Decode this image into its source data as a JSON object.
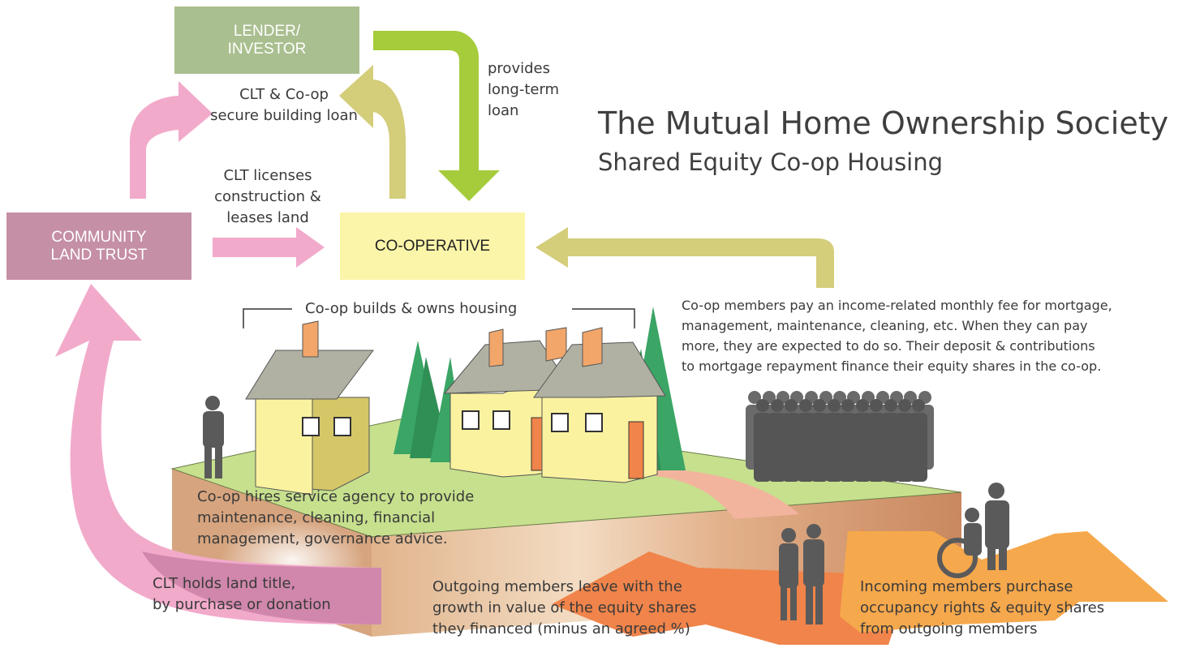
{
  "title": "The Mutual Home Ownership Society",
  "subtitle": "Shared Equity Co-op Housing",
  "boxes": {
    "lender_line1": "LENDER/",
    "lender_line2": "INVESTOR",
    "clt_line1": "COMMUNITY",
    "clt_line2": "LAND TRUST",
    "coop": "CO-OPERATIVE"
  },
  "labels": {
    "provides_1": "provides",
    "provides_2": "long-term",
    "provides_3": "loan",
    "secure_1": "CLT & Co-op",
    "secure_2": "secure building loan",
    "licenses_1": "CLT licenses",
    "licenses_2": "construction &",
    "licenses_3": "leases land",
    "builds": "Co-op builds & owns housing",
    "fee_1": "Co-op members pay an income-related monthly fee for mortgage,",
    "fee_2": "management, maintenance, cleaning, etc. When they can pay",
    "fee_3": "more, they are expected to do so. Their deposit & contributions",
    "fee_4": "to mortgage repayment finance their equity shares in the co-op.",
    "hires_1": "Co-op hires service agency to provide",
    "hires_2": "maintenance, cleaning, financial",
    "hires_3": "management, governance advice.",
    "holds_1": "CLT holds land title,",
    "holds_2": "by purchase or donation",
    "outgoing_1": "Outgoing members leave with the",
    "outgoing_2": "growth in value of the equity shares",
    "outgoing_3": "they financed (minus an agreed %)",
    "incoming_1": "Incoming members purchase",
    "incoming_2": "occupancy rights & equity shares",
    "incoming_3": "from outgoing members"
  },
  "colors": {
    "lender": "#a9bf8f",
    "clt": "#c58fa6",
    "coop": "#fbf5a9",
    "pink_arrow": "#f2aacb",
    "olive_arrow": "#d4cd7a",
    "green_arrow": "#a6cc3c",
    "orange_arrow": "#f0844a",
    "light_orange_arrow": "#f6a84c"
  }
}
